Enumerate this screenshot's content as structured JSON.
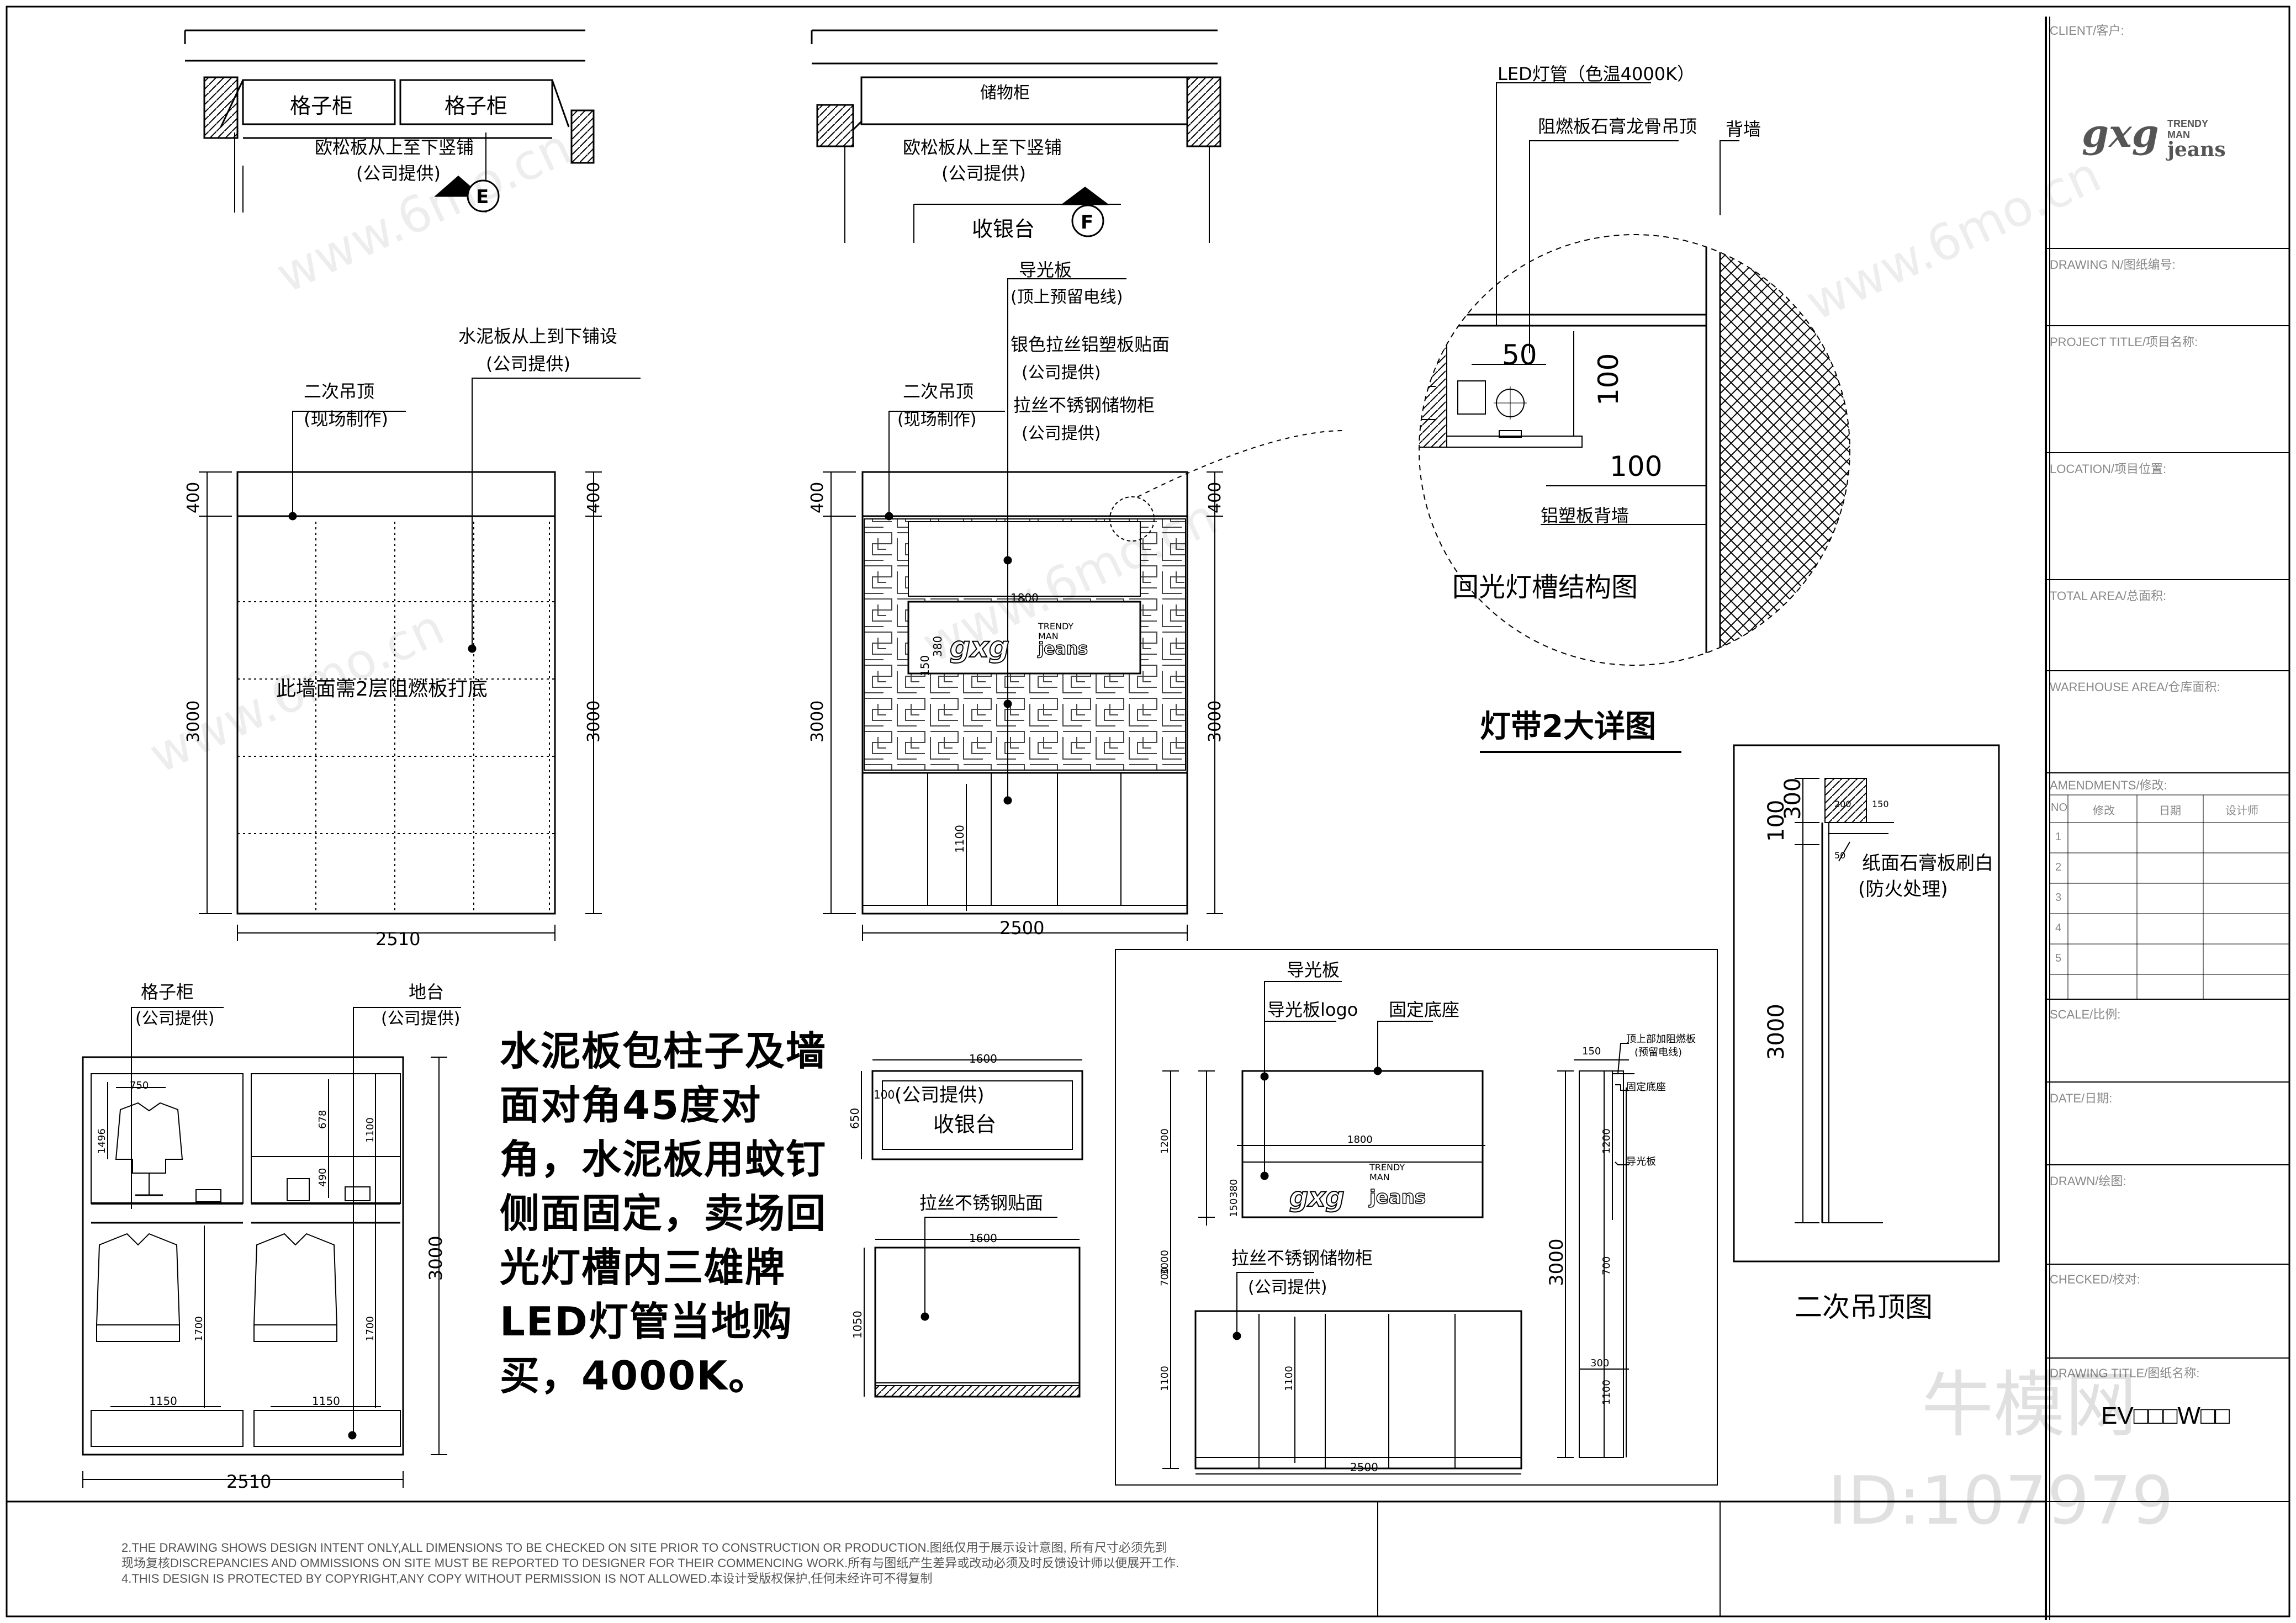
{
  "logo": {
    "brand": "gxg",
    "tagline_1": "TRENDY",
    "tagline_2": "MAN",
    "tagline_3": "jeans"
  },
  "title_block": {
    "client": "CLIENT/客户:",
    "drawing_no": "DRAWING N/图纸编号:",
    "project_title": "PROJECT TITLE/项目名称:",
    "location": "LOCATION/项目位置:",
    "total_area": "TOTAL AREA/总面积:",
    "warehouse_area": "WAREHOUSE AREA/仓库面积:",
    "amendments": "AMENDMENTS/修改:",
    "amend_cols": [
      "NO",
      "修改",
      "日期",
      "设计师"
    ],
    "amend_rows": [
      "1",
      "2",
      "3",
      "4",
      "5"
    ],
    "scale": "SCALE/比例:",
    "date": "DATE/日期:",
    "drawn": "DRAWN/绘图:",
    "checked": "CHECKED/校对:",
    "drawing_title": "DRAWING TITLE/图纸名称:",
    "drawing_title_value": "EV□□□W□□"
  },
  "footer_notes": {
    "line_1": "2.THE DRAWING SHOWS DESIGN INTENT ONLY,ALL DIMENSIONS TO BE CHECKED ON SITE PRIOR TO  CONSTRUCTION OR PRODUCTION.图纸仅用于展示设计意图, 所有尺寸必须先到",
    "line_2": "现场复核DISCREPANCIES AND OMMISSIONS ON SITE MUST BE REPORTED TO DESIGNER FOR THEIR COMMENCING WORK.所有与图纸产生差异或改动必须及时反馈设计师以便展开工作.",
    "line_3": "4.THIS DESIGN IS PROTECTED BY COPYRIGHT,ANY COPY WITHOUT PERMISSION IS NOT ALLOWED.本设计受版权保护,任何未经许可不得复制"
  },
  "watermark": {
    "brand": "牛模网",
    "id": "ID:107979",
    "site": "www.6mo.cn"
  },
  "plan_e": {
    "cabinet_label": "格子柜",
    "board_note": "欧松板从上至下竖铺",
    "supplied": "(公司提供)",
    "marker": "E"
  },
  "plan_f": {
    "cabinet_label": "储物柜",
    "board_note": "欧松板从上至下竖铺",
    "supplied": "(公司提供)",
    "counter": "收银台",
    "marker": "F"
  },
  "elev_e": {
    "ceiling_label": "二次吊顶",
    "ceiling_sub": "(现场制作)",
    "cement_label": "水泥板从上到下铺设",
    "cement_sub": "(公司提供)",
    "wall_note": "此墙面需2层阻燃板打底",
    "dim_top": "400",
    "dim_main": "3000",
    "dim_width": "2510"
  },
  "elev_f": {
    "light_board": "导光板",
    "light_board_sub": "(顶上预留电线)",
    "silver_panel": "银色拉丝铝塑板贴面",
    "silver_sub": "(公司提供)",
    "ceiling_label": "二次吊顶",
    "ceiling_sub": "(现场制作)",
    "steel_cabinet": "拉丝不锈钢储物柜",
    "steel_sub": "(公司提供)",
    "dim_top": "400",
    "dim_main": "3000",
    "dim_width": "2500",
    "dim_logo_w": "1800",
    "dim_logo_h": "380",
    "dim_150": "150",
    "dim_1100": "1100"
  },
  "detail_light": {
    "led": "LED灯管（色温4000K）",
    "gypsum": "阻燃板石膏龙骨吊顶",
    "back_wall": "背墙",
    "dim_50": "50",
    "dim_100a": "100",
    "dim_100b": "100",
    "alu_wall": "铝塑板背墙",
    "caption": "回光灯槽结构图",
    "title": "灯带2大详图"
  },
  "grid_elev": {
    "cabinet": "格子柜",
    "cabinet_sub": "(公司提供)",
    "platform": "地台",
    "platform_sub": "(公司提供)",
    "dim_750": "750",
    "dim_678": "678",
    "dim_490": "490",
    "dim_1100": "1100",
    "dim_1700a": "1700",
    "dim_1700b": "1700",
    "dim_1150a": "1150",
    "dim_1150b": "1150",
    "dim_3000": "3000",
    "dim_2510": "2510",
    "dim_1496": "1496"
  },
  "notes_text": "水泥板包柱子及墙面对角45度对角，水泥板用蚊钉侧面固定，卖场回光灯槽内三雄牌LED灯管当地购买，4000K。",
  "cashier": {
    "dim_1600a": "1600",
    "dim_650": "650",
    "dim_100": "100",
    "supplied": "(公司提供)",
    "label": "收银台",
    "steel_face": "拉丝不锈钢贴面",
    "dim_1600b": "1600",
    "dim_1050": "1050"
  },
  "light_panel": {
    "title": "导光板",
    "logo": "导光板logo",
    "base": "固定底座",
    "dim_1800": "1800",
    "dim_1200": "1200",
    "dim_380": "380",
    "dim_150": "150",
    "dim_3000": "3000",
    "dim_700": "700",
    "dim_1100a": "1100",
    "dim_1100b": "1100",
    "dim_2500": "2500",
    "steel_cabinet": "拉丝不锈钢储物柜",
    "steel_sub": "(公司提供)",
    "side_note_1": "顶上部加阻燃板",
    "side_note_2": "(预留电线)",
    "side_base": "固定底座",
    "side_panel": "导光板",
    "side_150": "150",
    "side_1200": "1200",
    "side_700": "700",
    "side_1100": "1100",
    "side_300": "300"
  },
  "ceiling_detail": {
    "dim_300": "300",
    "dim_100": "100",
    "dim_3000": "3000",
    "dim_200": "200",
    "dim_150": "150",
    "dim_50": "50",
    "paper": "纸面石膏板刷白",
    "paper_sub": "(防火处理)",
    "title": "二次吊顶图"
  }
}
